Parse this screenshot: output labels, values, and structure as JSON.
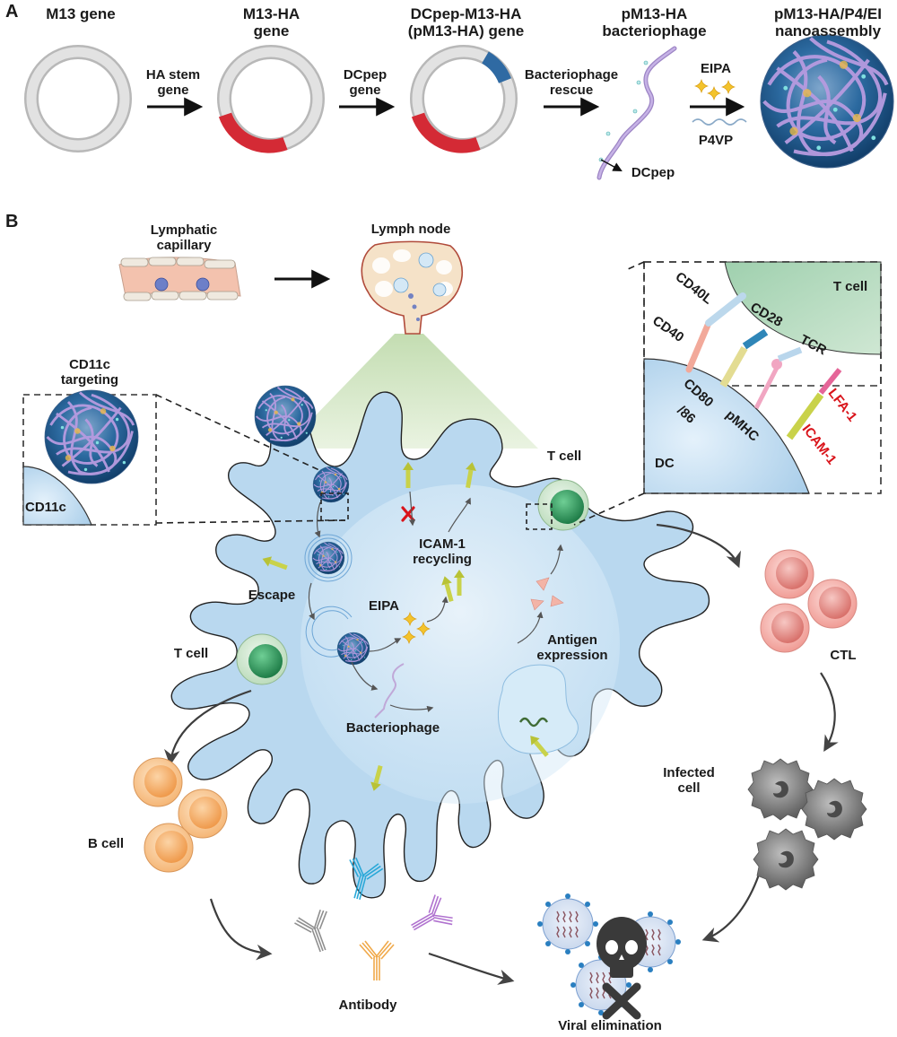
{
  "panels": {
    "a": "A",
    "b": "B"
  },
  "panel_a": {
    "steps": [
      {
        "label_line1": "M13 gene",
        "label_line2": ""
      },
      {
        "label_line1": "M13-HA",
        "label_line2": "gene"
      },
      {
        "label_line1": "DCpep-M13-HA",
        "label_line2": "(pM13-HA) gene"
      },
      {
        "label_line1": "pM13-HA",
        "label_line2": "bacteriophage"
      },
      {
        "label_line1": "pM13-HA/P4/EI",
        "label_line2": "nanoassembly"
      }
    ],
    "arrows": [
      {
        "line1": "HA stem",
        "line2": "gene"
      },
      {
        "line1": "DCpep",
        "line2": "gene"
      },
      {
        "line1": "Bacteriophage",
        "line2": "rescue"
      },
      {
        "above": "EIPA",
        "below": "P4VP"
      }
    ],
    "dcpep_pointer": "DCpep",
    "colors": {
      "plasmid": "#d6d6d6",
      "ha_segment": "#d42a35",
      "dcpep_segment": "#2f6aa3",
      "phage": "#b89ad6",
      "nanoassembly": "#1f5c91"
    }
  },
  "panel_b": {
    "lymphatic_capillary": {
      "line1": "Lymphatic",
      "line2": "capillary"
    },
    "lymph_node": "Lymph node",
    "cd11c_targeting": {
      "line1": "CD11c",
      "line2": "targeting",
      "receptor": "CD11c"
    },
    "synapse_inset": {
      "t_cell": "T cell",
      "dc": "DC",
      "molecules": [
        "CD40L",
        "CD40",
        "CD28",
        "TCR",
        "CD80",
        "/86",
        "pMHC"
      ],
      "highlight_molecules": [
        "LFA-1",
        "ICAM-1"
      ]
    },
    "dc_labels": {
      "escape": "Escape",
      "eipa": "EIPA",
      "icam_recycling_1": "ICAM-1",
      "icam_recycling_2": "recycling",
      "antigen_expression_1": "Antigen",
      "antigen_expression_2": "expression",
      "bacteriophage": "Bacteriophage",
      "t_cell_right": "T cell",
      "t_cell_left": "T cell"
    },
    "outcomes": {
      "ctl": "CTL",
      "infected_cell_1": "Infected",
      "infected_cell_2": "cell",
      "b_cell": "B cell",
      "antibody": "Antibody",
      "viral_elimination": "Viral elimination"
    },
    "colors": {
      "dc": "#b9d8ef",
      "t_cell": "#cfe6cf",
      "t_nucleus": "#2e9a5c",
      "ctl": "#f0a9a3",
      "b_cell": "#f8c48a",
      "infected": "#7c7c7c",
      "accent_red": "#d9141b",
      "lymph_beam": "#cfe3c0"
    }
  }
}
